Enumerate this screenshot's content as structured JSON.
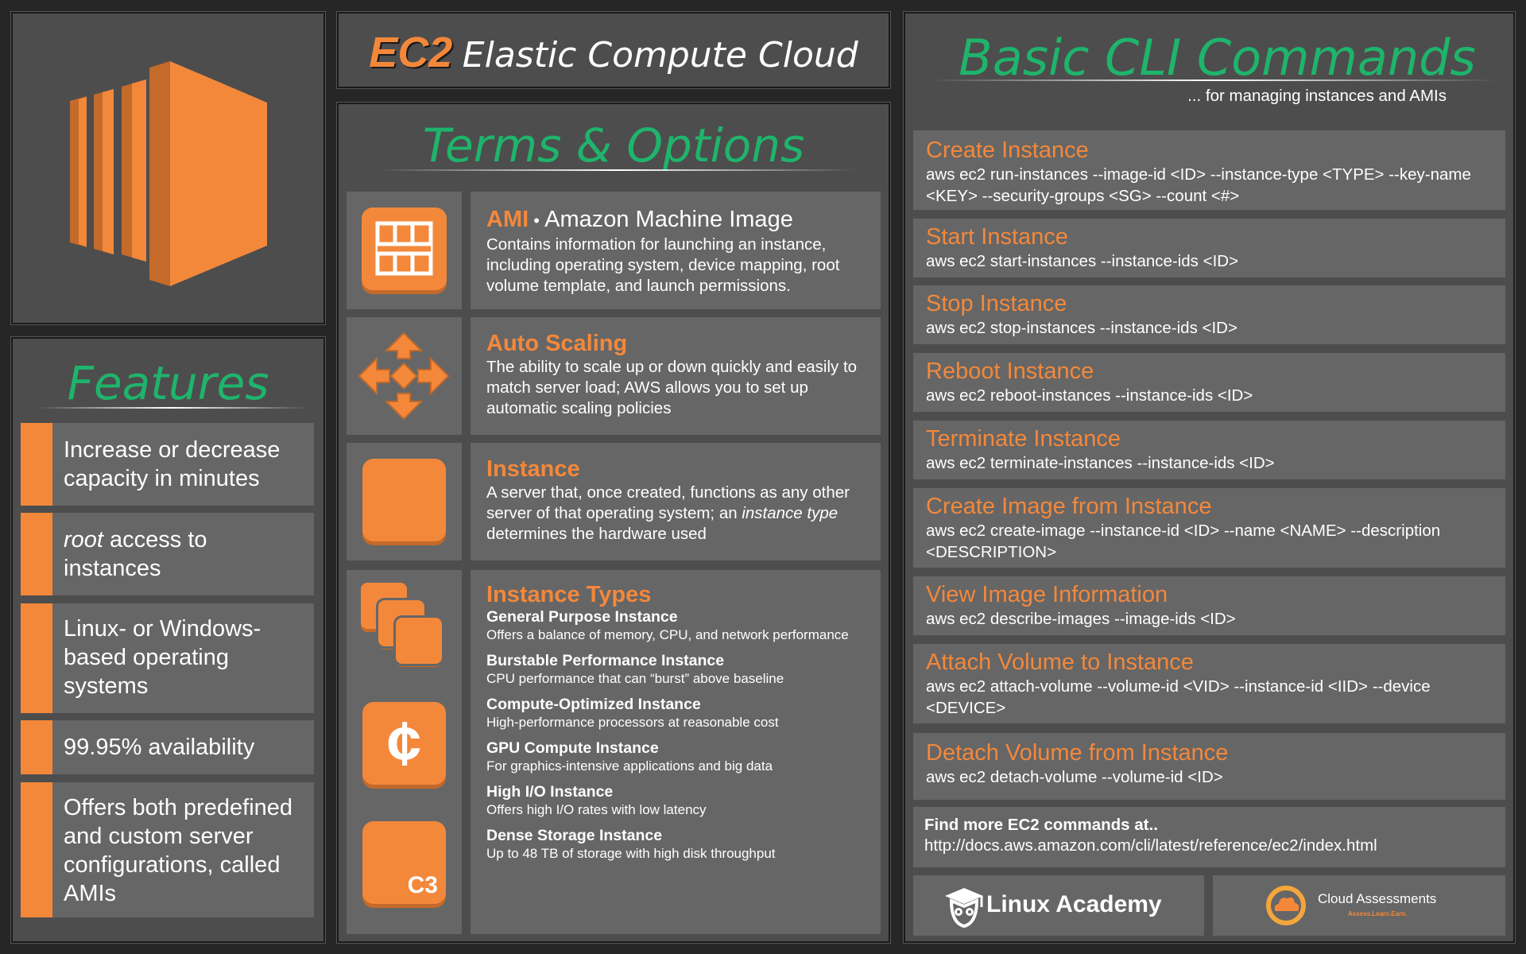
{
  "header": {
    "abbr": "EC2",
    "title": "Elastic Compute Cloud"
  },
  "features": {
    "heading": "Features",
    "items": [
      {
        "em": "",
        "text": "Increase or decrease capacity in minutes"
      },
      {
        "em": "root",
        "text": " access to instances"
      },
      {
        "em": "",
        "text": "Linux- or Windows-based operating systems"
      },
      {
        "em": "",
        "text": "99.95% availability"
      },
      {
        "em": "",
        "text": "Offers both predefined and custom server configurations, called AMIs"
      }
    ]
  },
  "terms": {
    "heading": "Terms & Options",
    "ami": {
      "abbr": "AMI",
      "sep": " • ",
      "name": "Amazon Machine Image",
      "desc": "Contains information for launching an instance, including operating system, device mapping, root volume template, and launch permissions."
    },
    "autoscaling": {
      "title": "Auto Scaling",
      "desc": "The ability to scale up or down quickly and easily to match server load; AWS allows you to set up automatic scaling policies"
    },
    "instance": {
      "title": "Instance",
      "desc_before": "A server that, once created, functions as any other server of that operating system; an ",
      "desc_em": "instance type",
      "desc_after": " determines the hardware used"
    },
    "instance_types": {
      "title": "Instance Types",
      "icon_cent": "¢",
      "icon_c3": "C3",
      "items": [
        {
          "name": "General Purpose Instance",
          "desc": "Offers a balance of memory, CPU, and network performance"
        },
        {
          "name": "Burstable Performance Instance",
          "desc": "CPU performance that can “burst” above baseline"
        },
        {
          "name": "Compute-Optimized Instance",
          "desc": "High-performance processors at reasonable cost"
        },
        {
          "name": "GPU Compute Instance",
          "desc": "For graphics-intensive applications and big data"
        },
        {
          "name": "High I/O Instance",
          "desc": "Offers high I/O rates with low latency"
        },
        {
          "name": "Dense Storage Instance",
          "desc": "Up to 48 TB of storage with high disk throughput"
        }
      ]
    }
  },
  "cli": {
    "heading": "Basic CLI Commands",
    "subheading": "... for managing instances and AMIs",
    "commands": [
      {
        "title": "Create Instance",
        "cmd": "aws ec2 run-instances --image-id <ID> --instance-type <TYPE> --key-name <KEY> --security-groups <SG> --count <#>"
      },
      {
        "title": "Start Instance",
        "cmd": "aws ec2 start-instances --instance-ids <ID>"
      },
      {
        "title": "Stop Instance",
        "cmd": "aws ec2 stop-instances --instance-ids <ID>"
      },
      {
        "title": "Reboot Instance",
        "cmd": "aws ec2 reboot-instances --instance-ids <ID>"
      },
      {
        "title": "Terminate Instance",
        "cmd": "aws ec2 terminate-instances --instance-ids <ID>"
      },
      {
        "title": "Create Image from Instance",
        "cmd": "aws ec2 create-image --instance-id <ID> --name <NAME> --description <DESCRIPTION>"
      },
      {
        "title": "View Image Information",
        "cmd": "aws ec2 describe-images --image-ids <ID>"
      },
      {
        "title": "Attach Volume to Instance",
        "cmd": "aws ec2 attach-volume --volume-id <VID> --instance-id <IID> --device <DEVICE>"
      },
      {
        "title": "Detach Volume from Instance",
        "cmd": "aws ec2 detach-volume --volume-id <ID>"
      }
    ],
    "more_label": "Find more EC2 commands at..",
    "more_url": "http://docs.aws.amazon.com/cli/latest/reference/ec2/index.html"
  },
  "footer": {
    "linux_academy": "Linux Academy",
    "cloud_assessments": "Cloud Assessments",
    "cloud_tagline": "Assess.Learn.Earn."
  },
  "colors": {
    "accent": "#f3883b",
    "heading_green": "#1fb46c",
    "panel": "#4d4d4d",
    "card": "#666666",
    "background": "#262626"
  },
  "icons": [
    "ec2-logo-icon",
    "ami-grid-icon",
    "auto-scaling-arrows-icon",
    "instance-square-icon",
    "instance-stack-icon",
    "cent-icon",
    "c3-icon",
    "graduation-owl-icon",
    "cloud-assessments-logo-icon"
  ]
}
